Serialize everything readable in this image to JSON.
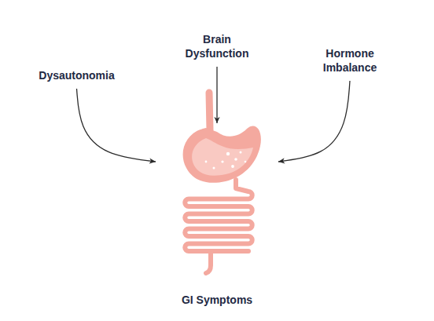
{
  "diagram": {
    "nodes": [
      {
        "text": [
          "Dysautonomia"
        ]
      },
      {
        "text": [
          "Brain Dysfunction"
        ]
      },
      {
        "text": [
          "Hormone Imbalance"
        ]
      },
      {
        "text": [
          "GI Symptoms"
        ]
      }
    ],
    "edges": [
      {
        "from": 0,
        "to": 3,
        "arrow": "to"
      },
      {
        "from": 1,
        "to": 3,
        "arrow": "to"
      },
      {
        "from": 2,
        "to": 3,
        "arrow": "to"
      }
    ]
  }
}
